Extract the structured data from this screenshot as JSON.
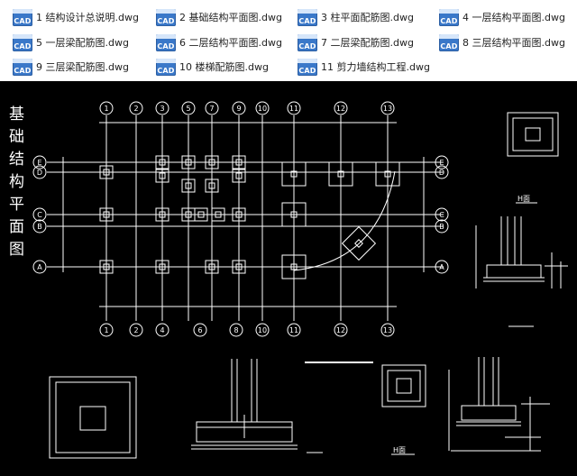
{
  "files": [
    {
      "label": "1 结构设计总说明.dwg",
      "icon": "cad-file-icon"
    },
    {
      "label": "2 基础结构平面图.dwg",
      "icon": "cad-file-icon"
    },
    {
      "label": "3 柱平面配筋图.dwg",
      "icon": "cad-file-icon"
    },
    {
      "label": "4 一层结构平面图.dwg",
      "icon": "cad-file-icon"
    },
    {
      "label": "5 一层梁配筋图.dwg",
      "icon": "cad-file-icon"
    },
    {
      "label": "6 二层结构平面图.dwg",
      "icon": "cad-file-icon"
    },
    {
      "label": "7 二层梁配筋图.dwg",
      "icon": "cad-file-icon"
    },
    {
      "label": "8 三层结构平面图.dwg",
      "icon": "cad-file-icon"
    },
    {
      "label": "9 三层梁配筋图.dwg",
      "icon": "cad-file-icon"
    },
    {
      "label": "10 楼梯配筋图.dwg",
      "icon": "cad-file-icon"
    },
    {
      "label": "11 剪力墙结构工程.dwg",
      "icon": "cad-file-icon"
    }
  ],
  "icon_text": "CAD",
  "drawing": {
    "title_chars": [
      "基",
      "础",
      "结",
      "构",
      "平",
      "面",
      "图"
    ],
    "top_axis_labels": [
      "1",
      "2",
      "3",
      "5",
      "7",
      "9",
      "10",
      "11",
      "12",
      "13"
    ],
    "bottom_axis_labels": [
      "1",
      "2",
      "4",
      "6",
      "8",
      "10",
      "11",
      "12",
      "13"
    ],
    "left_axis_labels": [
      "E",
      "D",
      "C",
      "B",
      "A"
    ],
    "right_axis_labels": [
      "E",
      "D",
      "C",
      "B",
      "A"
    ],
    "section_label_1": "H面",
    "section_label_2": "H面"
  },
  "colors": {
    "icon_blue": "#3a78c9",
    "drawing_bg": "#000000",
    "line": "#ffffff"
  }
}
